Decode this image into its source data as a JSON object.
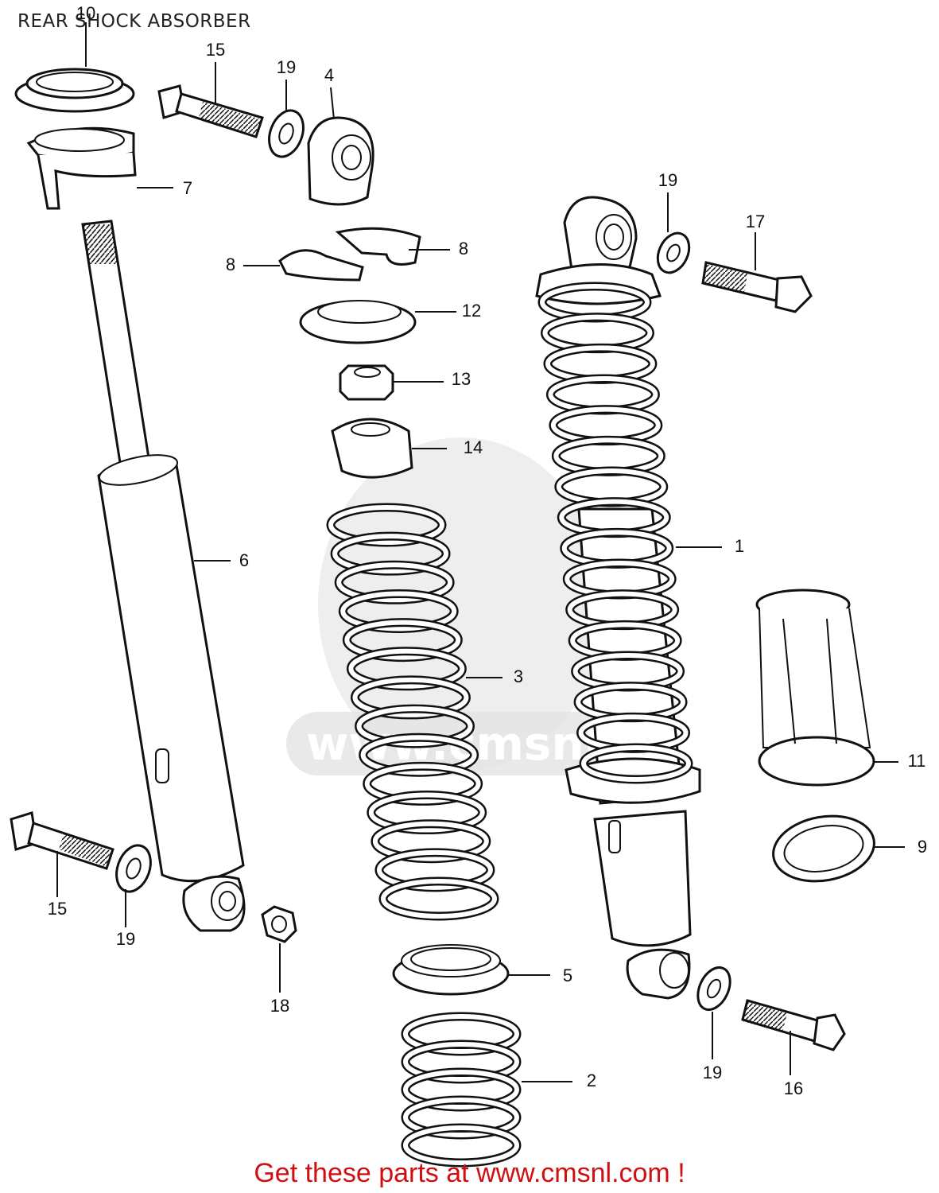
{
  "title": "REAR SHOCK ABSORBER",
  "footer": "Get these parts at www.cmsnl.com !",
  "watermark": "www.cmsnl.com",
  "callouts": {
    "c10": "10",
    "c15a": "15",
    "c19a": "19",
    "c4": "4",
    "c7": "7",
    "c19b": "19",
    "c17": "17",
    "c8a": "8",
    "c8b": "8",
    "c12": "12",
    "c13": "13",
    "c14": "14",
    "c6": "6",
    "c1": "1",
    "c3": "3",
    "c11": "11",
    "c9": "9",
    "c15b": "15",
    "c19c": "19",
    "c18": "18",
    "c5": "5",
    "c2": "2",
    "c19d": "19",
    "c16": "16"
  },
  "colors": {
    "footer": "#d01010",
    "linework": "#111111",
    "watermark": "#e3e3e3"
  }
}
